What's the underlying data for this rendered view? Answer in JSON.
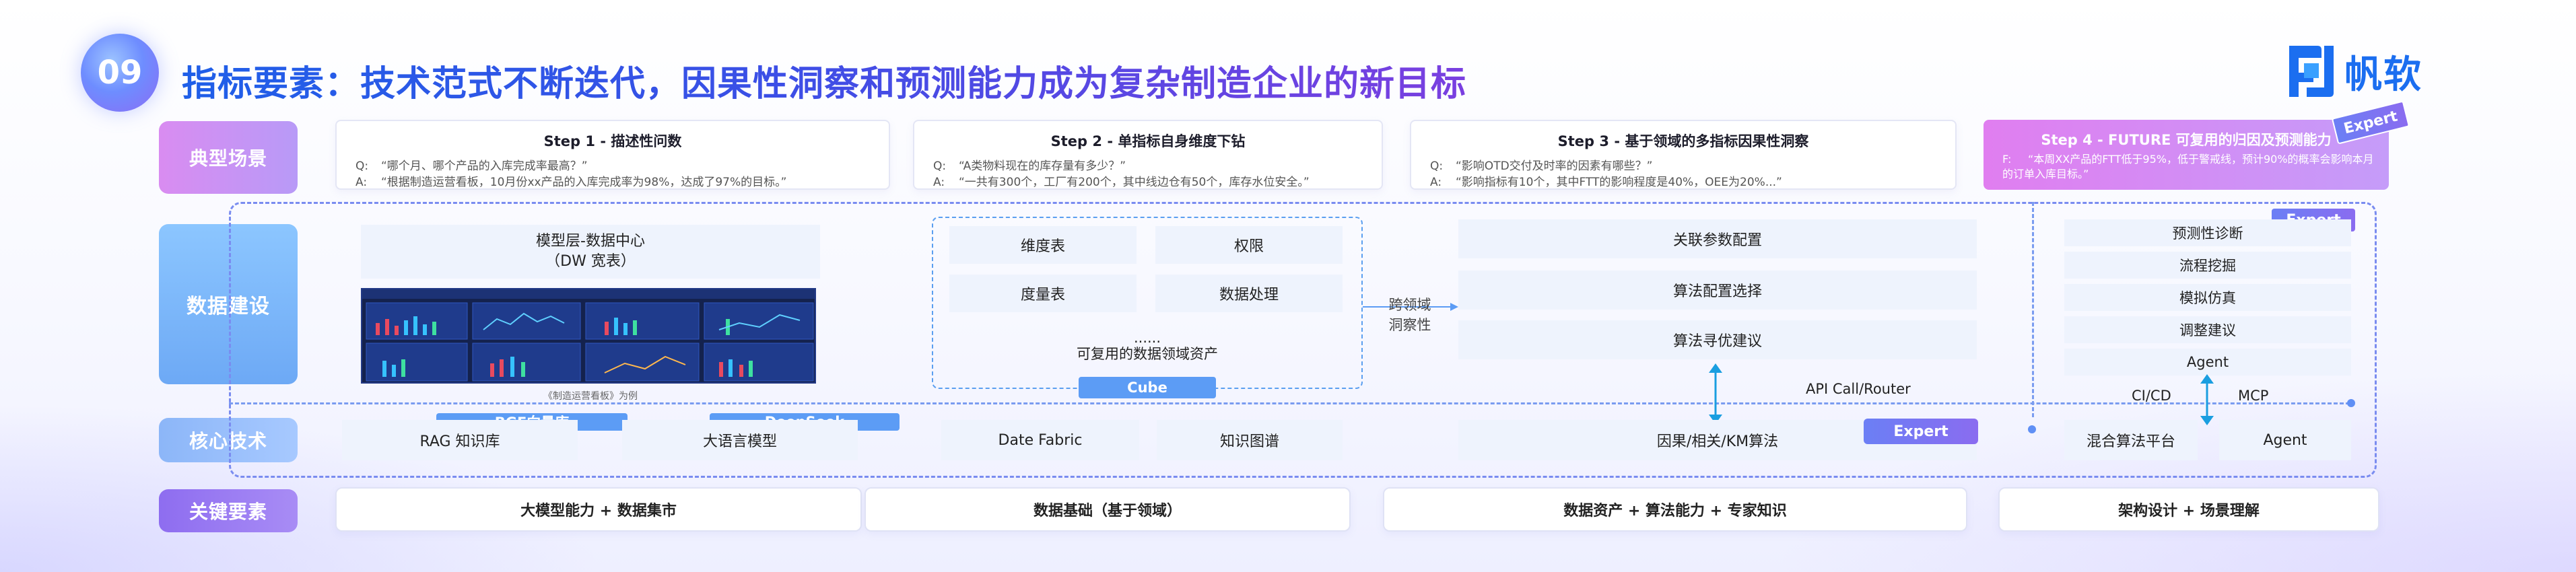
{
  "header": {
    "badge": "09",
    "title": "指标要素：技术范式不断迭代，因果性洞察和预测能力成为复杂制造企业的新目标",
    "logo_text": "帆软"
  },
  "rows": {
    "scene": "典型场景",
    "data": "数据建设",
    "core": "核心技术",
    "key": "关键要素"
  },
  "steps": [
    {
      "title": "Step 1 - 描述性问数",
      "q_key": "Q:",
      "q": "“哪个月、哪个产品的入库完成率最高？”",
      "a_key": "A:",
      "a": "“根据制造运营看板，10月份xx产品的入库完成率为98%，达成了97%的目标。”"
    },
    {
      "title": "Step 2 - 单指标自身维度下钻",
      "q_key": "Q:",
      "q": "“A类物料现在的库存量有多少？”",
      "a_key": "A:",
      "a": "“一共有300个，工厂有200个，其中线边仓有50个，库存水位安全。”"
    },
    {
      "title": "Step 3 - 基于领域的多指标因果性洞察",
      "q_key": "Q:",
      "q": "“影响OTD交付及时率的因素有哪些？”",
      "a_key": "A:",
      "a": "“影响指标有10个，其中FTT的影响程度是40%，OEE为20%...”"
    },
    {
      "title": "Step 4 - FUTURE 可复用的归因及预测能力",
      "q_key": "F:",
      "q": "“本周XX产品的FTT低于95%，低于警戒线，预计90%的概率会影响本月的订单入库目标。”"
    }
  ],
  "expert_label": "Expert",
  "data_build": {
    "model_layer": "模型层-数据中心",
    "dw_table": "（DW 宽表）",
    "caption": "《制造运营看板》为例",
    "cube_items": [
      "维度表",
      "权限",
      "度量表",
      "数据处理"
    ],
    "cube_ellipsis": "......",
    "cube_assets": "可复用的数据领域资产",
    "cube_tag": "Cube",
    "cross_label_1": "跨领域",
    "cross_label_2": "洞察性",
    "algo_items": [
      "关联参数配置",
      "算法配置选择",
      "算法寻优建议"
    ],
    "api_label": "API Call/Router",
    "expert_items": [
      "预测性诊断",
      "流程挖掘",
      "模拟仿真",
      "调整建议",
      "Agent"
    ],
    "cicd": "CI/CD",
    "mcp": "MCP"
  },
  "core_tech": {
    "rag": "RAG 知识库",
    "rag_tag": "BGE向量库",
    "llm": "大语言模型",
    "llm_tag": "DeepSeek",
    "date_fabric": "Date Fabric",
    "kg": "知识图谱",
    "causal": "因果/相关/KM算法",
    "hybrid": "混合算法平台",
    "agent": "Agent"
  },
  "key_elements": [
    "大模型能力 + 数据集市",
    "数据基础（基于领域）",
    "数据资产 + 算法能力 + 专家知识",
    "架构设计 + 场景理解"
  ],
  "colors": {
    "title_start": "#1f5fe8",
    "title_end": "#7a3fe0",
    "accent_blue": "#5c9cf5",
    "step4_pink": "#e07ef0",
    "expert_purple": "#6b7ff5",
    "logo_blue": "#1b6ef0"
  }
}
